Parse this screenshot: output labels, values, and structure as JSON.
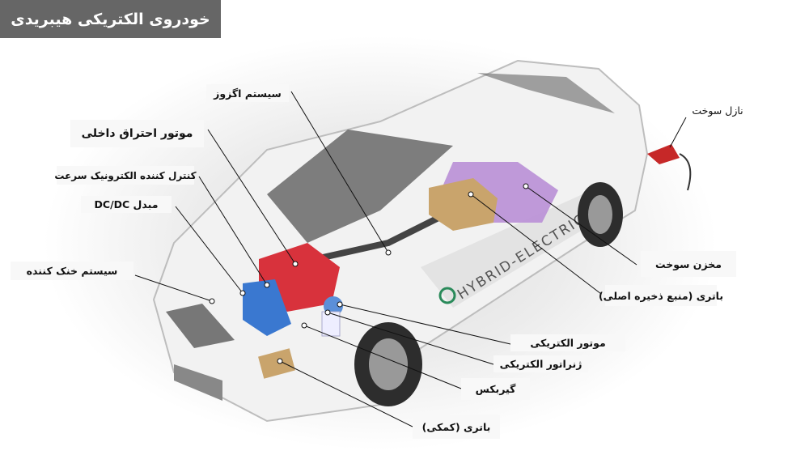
{
  "title": "خودروی الکتریکی هیبریدی",
  "car_side_lettering": "HYBRID-ELECTRIC",
  "labels": {
    "exhaust": "سیستم اگزوز",
    "ice": "موتور احتراق داخلی",
    "speed_controller": "کنترل کننده الکترونیک سرعت",
    "dcdc": "مبدل DC/DC",
    "cooling": "سیستم خنک کننده",
    "fuel_nozzle": "نازل سوخت",
    "fuel_tank": "مخزن سوخت",
    "main_battery": "باتری (منبع ذخیره اصلی)",
    "electric_motor": "موتور الکتریکی",
    "generator": "ژنراتور الکتریکی",
    "gearbox": "گیربکس",
    "aux_battery": "باتری (کمکی)"
  },
  "colors": {
    "title_bg": "#666666",
    "engine": "#d8323c",
    "battery": "#b98fd6",
    "tank": "#c9a46c",
    "controller": "#3a78d0"
  }
}
